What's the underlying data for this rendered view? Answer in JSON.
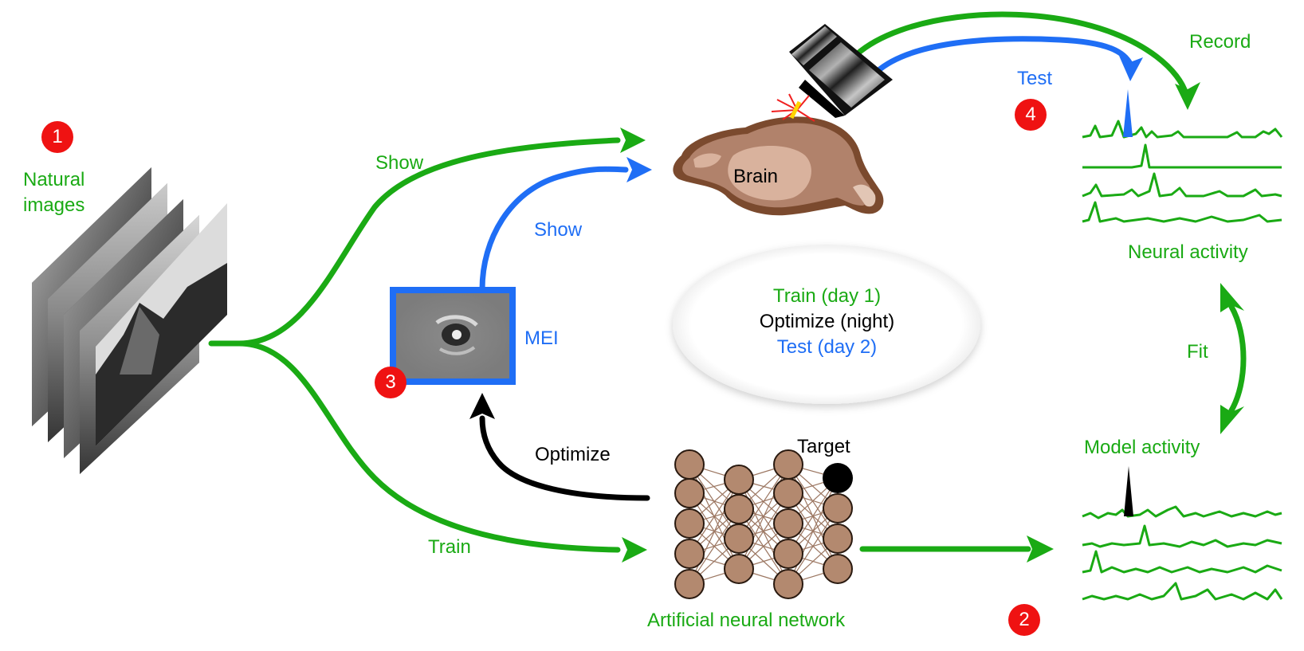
{
  "colors": {
    "green": "#1aaa14",
    "blue": "#1f6ef5",
    "black": "#000000",
    "red_badge": "#ef1212",
    "node_fill": "#b3896f",
    "brain_fill": "#c89a82"
  },
  "steps": {
    "s1": "1",
    "s2": "2",
    "s3": "3",
    "s4": "4"
  },
  "labels": {
    "natural_images_line1": "Natural",
    "natural_images_line2": "images",
    "show_green": "Show",
    "show_blue": "Show",
    "train": "Train",
    "optimize": "Optimize",
    "mei": "MEI",
    "brain": "Brain",
    "test": "Test",
    "record": "Record",
    "neural_activity": "Neural activity",
    "fit": "Fit",
    "model_activity": "Model activity",
    "target": "Target",
    "ann": "Artificial neural network"
  },
  "schedule": {
    "train": "Train (day 1)",
    "optimize": "Optimize (night)",
    "test": "Test (day 2)"
  },
  "icons": {
    "image_stack": "natural-image-stack-icon",
    "brain": "brain-icon",
    "microscope": "microscope-objective-icon",
    "mei": "mei-image-icon",
    "network": "neural-network-icon"
  }
}
